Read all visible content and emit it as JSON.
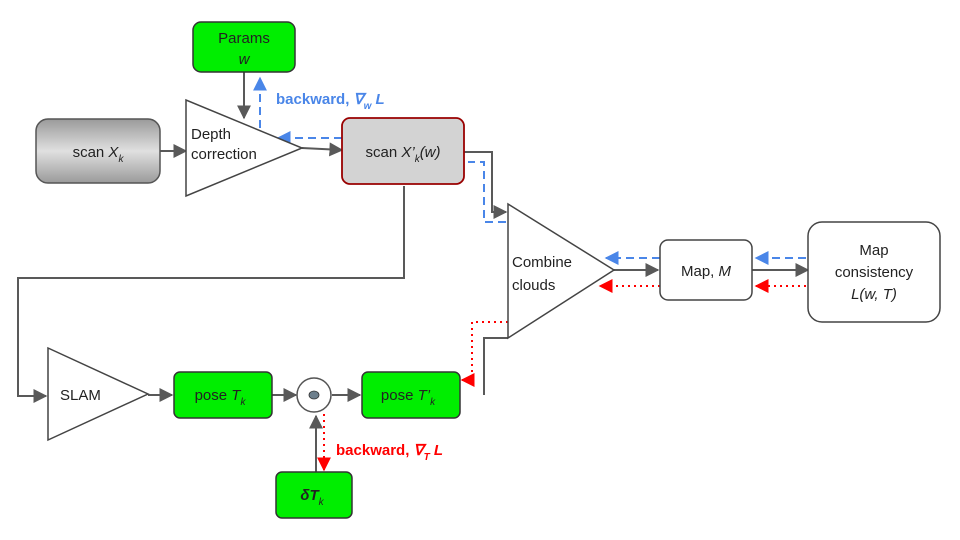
{
  "colors": {
    "green": "#00ee00",
    "blue": "#4a86e8",
    "red": "#ff0000",
    "line": "#595959",
    "scan_border_red": "#990000"
  },
  "nodes": {
    "params": {
      "line1": "Params",
      "line2": "w"
    },
    "scan_x": {
      "prefix": "scan ",
      "var": "X",
      "sub": "k"
    },
    "depth_correction": {
      "line1": "Depth",
      "line2": "correction"
    },
    "scan_xprime": {
      "prefix": "scan ",
      "var": "X’",
      "sub": "k",
      "suffix": "(w)"
    },
    "combine_clouds": {
      "line1": "Combine",
      "line2": "clouds"
    },
    "map": {
      "prefix": "Map, ",
      "var": "M"
    },
    "map_consistency": {
      "line1": "Map",
      "line2": "consistency",
      "line3": "L(w, T)"
    },
    "slam": {
      "label": "SLAM"
    },
    "pose_t": {
      "prefix": "pose ",
      "var": "T",
      "sub": "k"
    },
    "pose_tprime": {
      "prefix": "pose ",
      "var": "T’",
      "sub": "k"
    },
    "delta_t": {
      "var": "δT",
      "sub": "k"
    }
  },
  "annotations": {
    "backward_w": {
      "text": "backward, ",
      "nabla": "∇",
      "sub": "w",
      "suffix": " L"
    },
    "backward_t": {
      "text": "backward, ",
      "nabla": "∇",
      "sub": "T",
      "suffix": " L"
    }
  }
}
